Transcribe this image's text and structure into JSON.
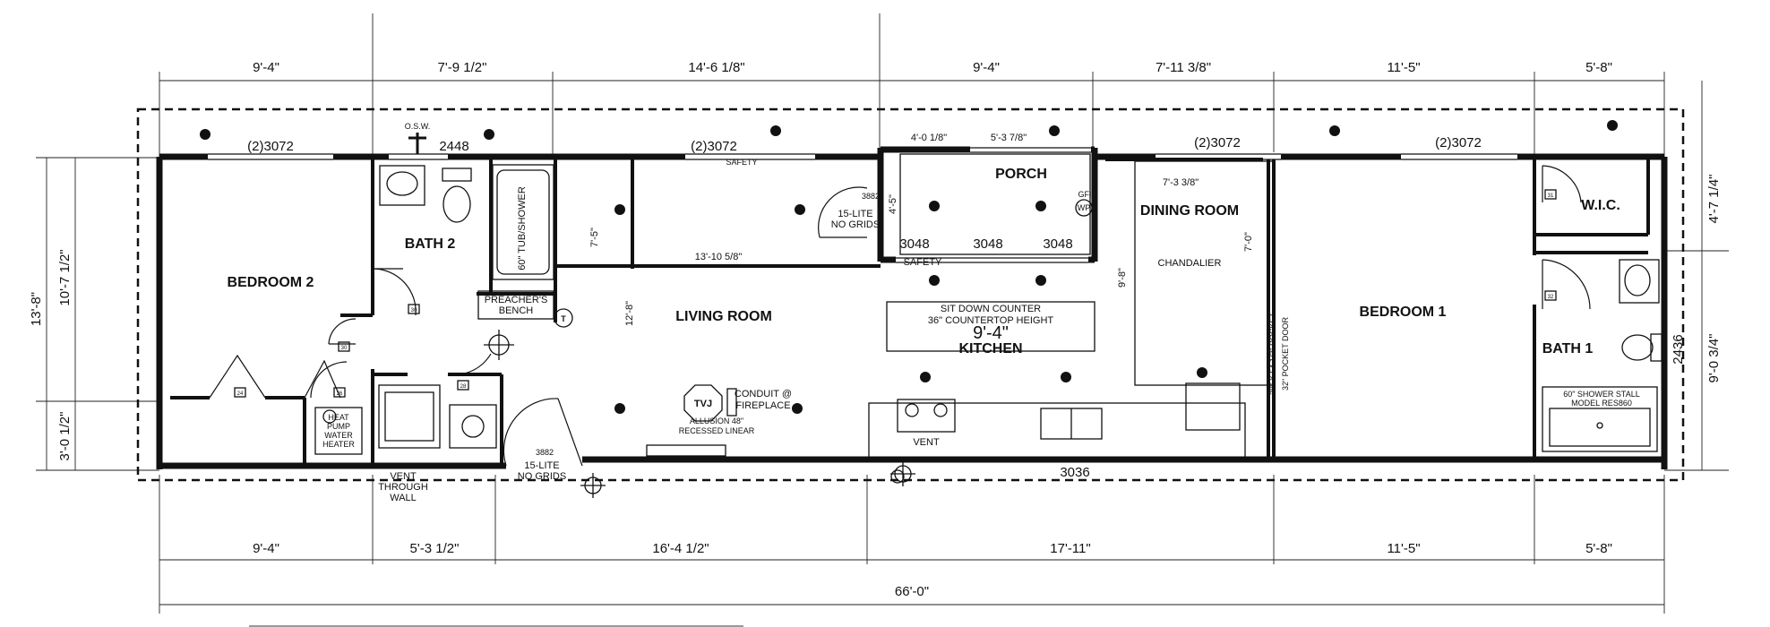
{
  "dimensions": {
    "top": [
      "9'-4\"",
      "7'-9 1/2\"",
      "14'-6 1/8\"",
      "9'-4\"",
      "7'-11 3/8\"",
      "11'-5\"",
      "5'-8\""
    ],
    "bottom": [
      "9'-4\"",
      "5'-3 1/2\"",
      "16'-4 1/2\"",
      "17'-11\"",
      "11'-5\"",
      "5'-8\""
    ],
    "overall": "66'-0\"",
    "left_overall": "13'-8\"",
    "left_upper": "10'-7 1/2\"",
    "left_lower": "3'-0 1/2\"",
    "right_upper": "4'-7 1/4\"",
    "right_lower": "9'-0 3/4\""
  },
  "rooms": {
    "bedroom2": "BEDROOM 2",
    "bath2": "BATH 2",
    "living": "LIVING ROOM",
    "porch": "PORCH",
    "kitchen": "KITCHEN",
    "dining": "DINING ROOM",
    "bedroom1": "BEDROOM 1",
    "bath1": "BATH 1",
    "wic": "W.I.C."
  },
  "labels": {
    "win_3072_a": "(2)3072",
    "win_2448": "2448",
    "osw": "O.S.W.",
    "win_3072_b": "(2)3072",
    "safety_top": "SAFETY",
    "win_3072_c": "(2)3072",
    "win_3072_d": "(2)3072",
    "porch_dim_a": "4'-0 1/8\"",
    "porch_dim_b": "5'-3 7/8\"",
    "gfi": "GFI",
    "wp": "WP",
    "tub": "60\" TUB/SHOWER",
    "preachers_bench_1": "PREACHER'S",
    "preachers_bench_2": "BENCH",
    "t_symbol": "T",
    "dim_7_5": "7'-5\"",
    "dim_13_10": "13'-10 5/8\"",
    "dim_12_8": "12'-8\"",
    "door_3882_a": "3882",
    "door_15lite_a1": "15-LITE",
    "door_15lite_a2": "NO GRIDS",
    "dim_4_5": "4'-5\"",
    "win_3048_a": "3048",
    "win_3048_b": "3048",
    "win_3048_c": "3048",
    "safety_porch": "SAFETY",
    "counter_1": "SIT DOWN COUNTER",
    "counter_2": "36\" COUNTERTOP HEIGHT",
    "kitchen_dim": "9'-4\"",
    "dim_7_3": "7'-3 3/8\"",
    "chandalier": "CHANDALIER",
    "dim_9_8": "9'-8\"",
    "dim_7_0": "7'-0\"",
    "pocket_door_1": "28\" X 54 1/2\" POCKET",
    "pocket_door_2": "32\" POCKET DOOR",
    "tvj": "TVJ",
    "conduit_1": "CONDUIT @",
    "conduit_2": "FIREPLACE",
    "allusion_1": "ALLUSION 48\"",
    "allusion_2": "RECESSED LINEAR",
    "vent": "VENT",
    "door_3882_b": "3882",
    "door_15lite_b1": "15-LITE",
    "door_15lite_b2": "NO GRIDS",
    "vent_wall_1": "VENT",
    "vent_wall_2": "THROUGH",
    "vent_wall_3": "WALL",
    "heat_pump_1": "HEAT",
    "heat_pump_2": "PUMP",
    "heat_pump_3": "WATER",
    "heat_pump_4": "HEATER",
    "door_3036": "3036",
    "num_2436": "2436",
    "shower_1": "60\" SHOWER STALL",
    "shower_2": "MODEL RES860",
    "door_num_30": "30",
    "door_num_24": "24",
    "door_num_26": "26",
    "door_num_28": "28",
    "door_num_31": "31",
    "door_num_32": "32"
  }
}
